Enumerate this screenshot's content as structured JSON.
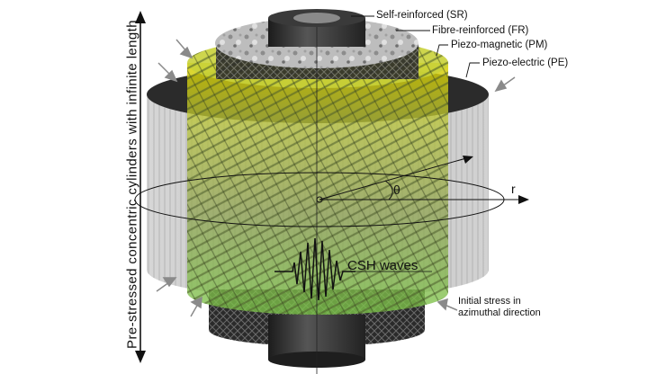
{
  "title": "Pre-stressed concentric cylinders with infinite length",
  "layers": [
    {
      "label": "Self-reinforced (SR)"
    },
    {
      "label": "Fibre-reinforced (FR)"
    },
    {
      "label": "Piezo-magnetic (PM)"
    },
    {
      "label": "Piezo-electric (PE)"
    }
  ],
  "axis": {
    "r": "r",
    "theta": "θ"
  },
  "wave_label": "CSH waves",
  "stress_label_line1": "Initial stress in",
  "stress_label_line2": "azimuthal direction",
  "colors": {
    "pe_gray": "#b9b9b9",
    "pm_green": "#9fd84a",
    "fr_stone": "#b5b5b5",
    "sr_core": "#2d2d2d"
  }
}
